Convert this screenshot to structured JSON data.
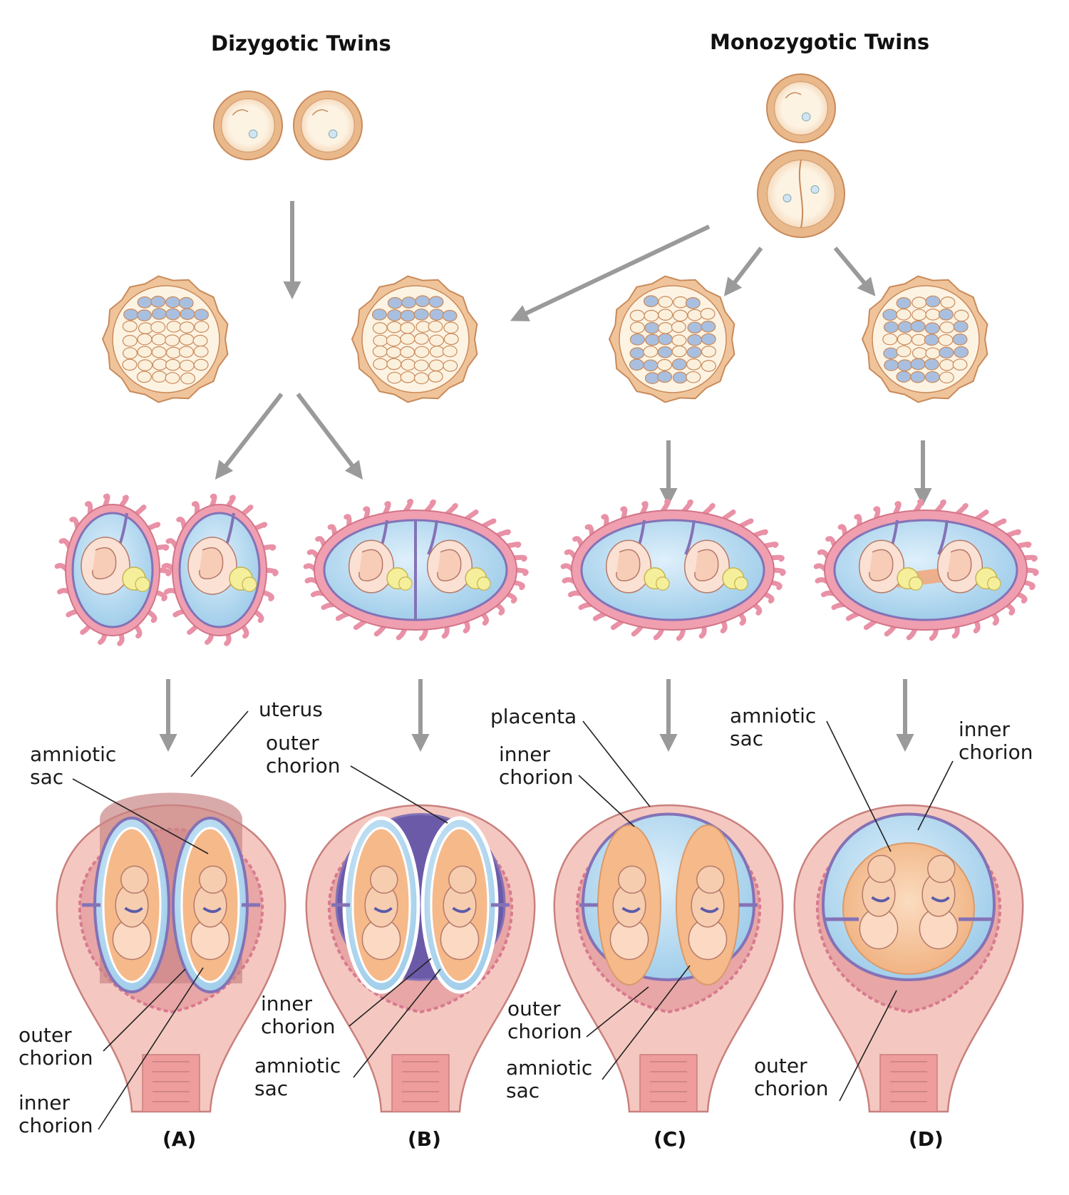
{
  "titles": {
    "dizygotic": "Dizygotic Twins",
    "monozygotic": "Monozygotic Twins"
  },
  "panels": [
    "(A)",
    "(B)",
    "(C)",
    "(D)"
  ],
  "labels": {
    "a_uterus": "uterus",
    "a_amniotic_sac": [
      "amniotic",
      "sac"
    ],
    "a_outer_chorion": [
      "outer",
      "chorion"
    ],
    "a_inner_chorion": [
      "inner",
      "chorion"
    ],
    "b_outer_chorion": [
      "outer",
      "chorion"
    ],
    "b_inner_chorion": [
      "inner",
      "chorion"
    ],
    "b_amniotic_sac": [
      "amniotic",
      "sac"
    ],
    "c_placenta": "placenta",
    "c_inner_chorion": [
      "inner",
      "chorion"
    ],
    "c_outer_chorion": [
      "outer",
      "chorion"
    ],
    "c_amniotic_sac": [
      "amniotic",
      "sac"
    ],
    "d_amniotic_sac": [
      "amniotic",
      "sac"
    ],
    "d_inner_chorion": [
      "inner",
      "chorion"
    ],
    "d_outer_chorion": [
      "outer",
      "chorion"
    ]
  },
  "colors": {
    "arrow": "#9a9a9a",
    "zygote_shell": "#e9b98c",
    "zygote_fill": "#fdf3e3",
    "cell_fill": "#fbf0dc",
    "inner_cell_mass": "#a9bfe0",
    "membrane_pink": "#ef9fb0",
    "amnion_blue": "#b9dcf2",
    "chorion_purple": "#8472b6",
    "uterus_wall": "#f4c8c0",
    "uterus_lining": "#e9a6a6",
    "fetus": "#f7c8a8",
    "yolk": "#f5ef9c",
    "leader_line": "#222222"
  }
}
